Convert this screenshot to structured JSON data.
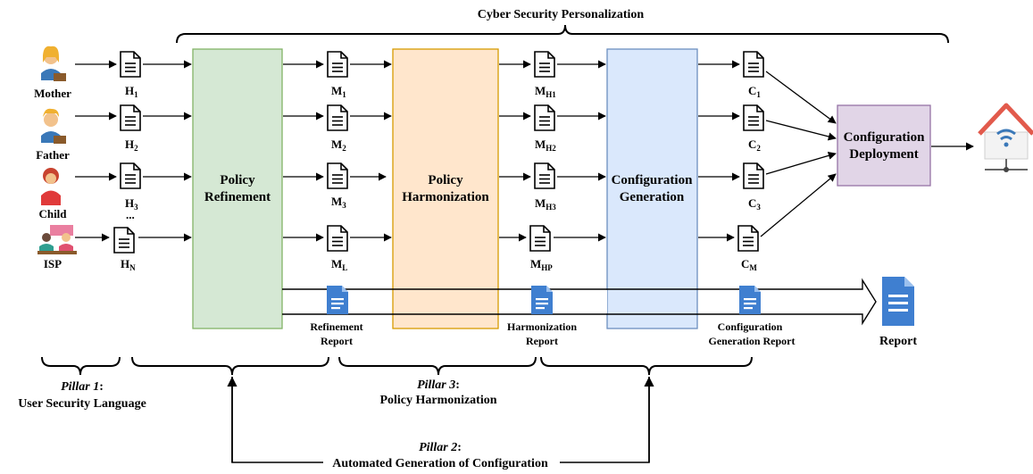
{
  "title": "Cyber Security Personalization",
  "users": [
    {
      "label": "Mother",
      "policy": "H",
      "sub": "1"
    },
    {
      "label": "Father",
      "policy": "H",
      "sub": "2"
    },
    {
      "label": "Child",
      "policy": "H",
      "sub": "3"
    },
    {
      "label": "ISP",
      "policy": "H",
      "sub": "N"
    }
  ],
  "ellipsis": "...",
  "boxes": {
    "refinement": {
      "line1": "Policy",
      "line2": "Refinement"
    },
    "harmonization": {
      "line1": "Policy",
      "line2": "Harmonization"
    },
    "generation": {
      "line1": "Configuration",
      "line2": "Generation"
    },
    "deployment": {
      "line1": "Configuration",
      "line2": "Deployment"
    }
  },
  "m_docs": [
    {
      "base": "M",
      "sub": "1"
    },
    {
      "base": "M",
      "sub": "2"
    },
    {
      "base": "M",
      "sub": "3"
    },
    {
      "base": "M",
      "sub": "L"
    }
  ],
  "mh_docs": [
    {
      "base": "M",
      "sub": "H1"
    },
    {
      "base": "M",
      "sub": "H2"
    },
    {
      "base": "M",
      "sub": "H3"
    },
    {
      "base": "M",
      "sub": "HP"
    }
  ],
  "c_docs": [
    {
      "base": "C",
      "sub": "1"
    },
    {
      "base": "C",
      "sub": "2"
    },
    {
      "base": "C",
      "sub": "3"
    },
    {
      "base": "C",
      "sub": "M"
    }
  ],
  "reports": {
    "refinement": {
      "line1": "Refinement",
      "line2": "Report"
    },
    "harmonization": {
      "line1": "Harmonization",
      "line2": "Report"
    },
    "generation": {
      "line1": "Configuration",
      "line2": "Generation Report"
    },
    "final": "Report"
  },
  "pillars": {
    "p1": {
      "name": "Pillar 1",
      "suffix": ":",
      "desc": "User Security Language"
    },
    "p2": {
      "name": "Pillar 2",
      "suffix": ":",
      "desc": "Automated Generation of Configuration"
    },
    "p3": {
      "name": "Pillar 3",
      "suffix": ":",
      "desc": "Policy Harmonization"
    }
  },
  "colors": {
    "refinement_fill": "#d5e8d4",
    "refinement_stroke": "#82b366",
    "harmonization_fill": "#ffe6cc",
    "harmonization_stroke": "#d79b00",
    "generation_fill": "#dae8fc",
    "generation_stroke": "#6c8ebf",
    "deployment_fill": "#e1d5e7",
    "deployment_stroke": "#9673a6",
    "report_doc": "#3f7fd0"
  }
}
